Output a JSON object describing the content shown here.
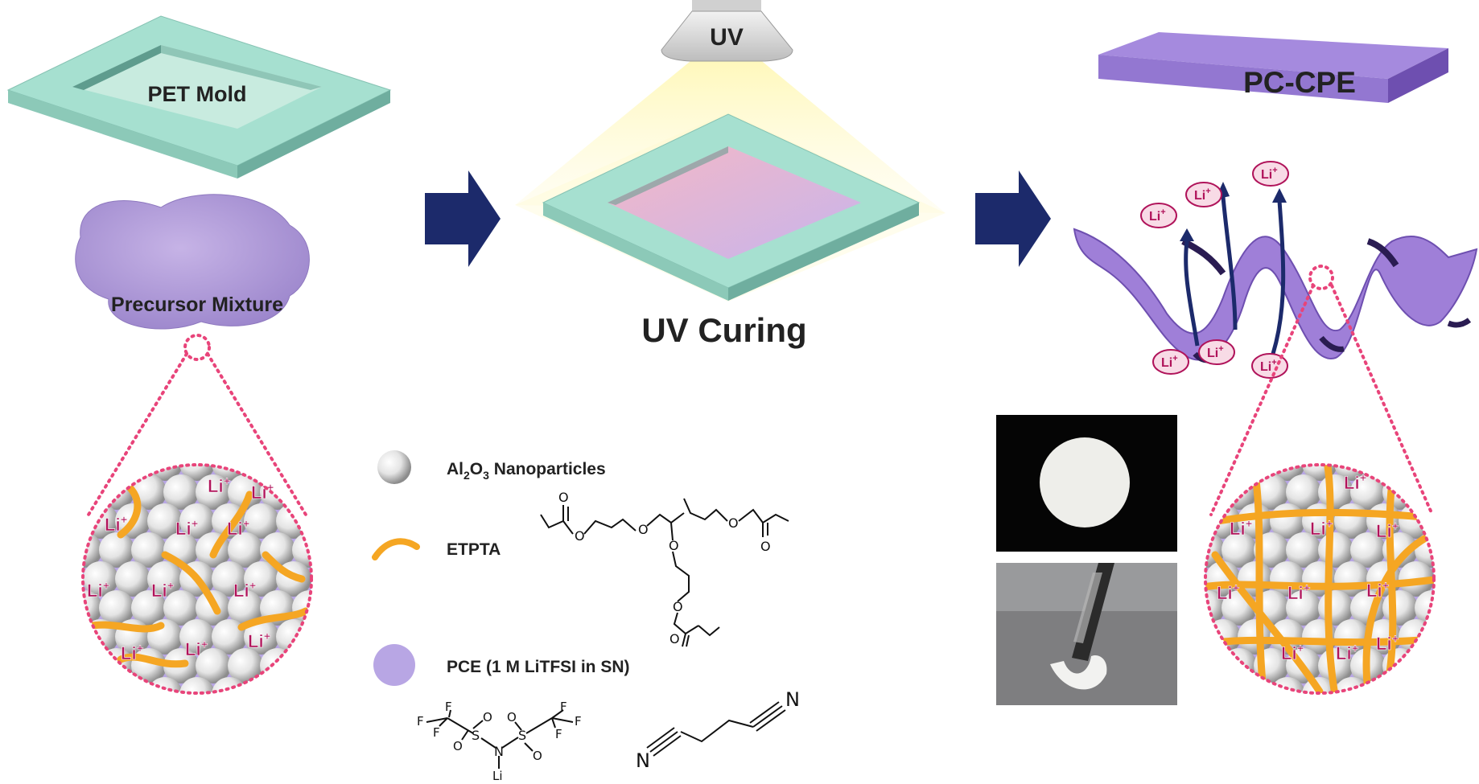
{
  "labels": {
    "pet_mold": "PET Mold",
    "precursor": "Precursor Mixture",
    "uv": "UV",
    "uv_curing": "UV Curing",
    "pc_cpe": "PC-CPE",
    "li_ion": "Li",
    "li_charge": "+"
  },
  "legend": [
    {
      "id": "al2o3",
      "text_main": "Al",
      "sub1": "2",
      "text_mid": "O",
      "sub2": "3",
      "text_tail": " Nanoparticles",
      "icon": "white-sphere-icon"
    },
    {
      "id": "etpta",
      "text": "ETPTA",
      "icon": "orange-curve-icon"
    },
    {
      "id": "pce",
      "text": "PCE (1 M LiTFSI in SN)",
      "icon": "lavender-circle-icon"
    }
  ],
  "chem_atoms": {
    "O": "O",
    "F": "F",
    "S": "S",
    "N": "N",
    "Li": "Li"
  },
  "colors": {
    "mold": "#a6e0d0",
    "mold_side": "#74b3a3",
    "purple": "#9f7fd8",
    "purple_dark": "#6e4fb0",
    "lavender": "#b8a6e4",
    "orange": "#f5a623",
    "arrow": "#1c2a6b",
    "dots": "#e8447a",
    "li_text": "#b0135a"
  }
}
